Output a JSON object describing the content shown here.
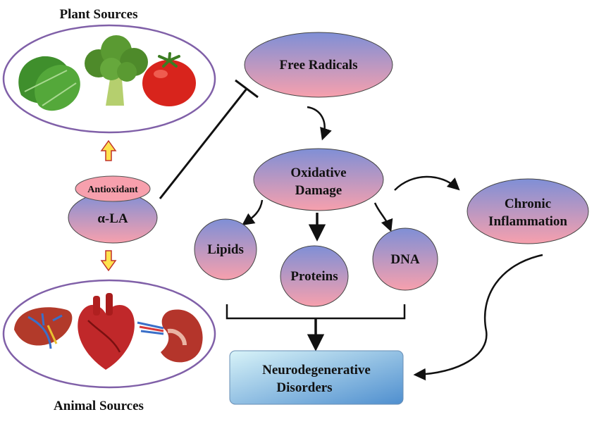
{
  "titles": {
    "plant_sources": "Plant Sources",
    "animal_sources": "Animal Sources"
  },
  "nodes": {
    "antioxidant": "Antioxidant",
    "ala": "α-LA",
    "free_radicals": "Free Radicals",
    "oxidative_damage": [
      "Oxidative",
      "Damage"
    ],
    "lipids": "Lipids",
    "proteins": "Proteins",
    "dna": "DNA",
    "chronic_inflammation": [
      "Chronic",
      "Inflammation"
    ],
    "neurodegenerative": [
      "Neurodegenerative",
      "Disorders"
    ]
  },
  "icons": {
    "plant": [
      "spinach-icon",
      "broccoli-icon",
      "tomato-icon"
    ],
    "animal": [
      "liver-icon",
      "heart-icon",
      "kidney-icon"
    ]
  },
  "colors": {
    "node_top": "#7f8fd6",
    "node_bottom": "#f7a0ad",
    "box_top": "#c8ecf3",
    "box_bottom": "#4f8fcf",
    "source_border": "#8060a8",
    "updown_arrow_fill": "#ffe24d",
    "updown_arrow_stroke": "#c0322a"
  }
}
